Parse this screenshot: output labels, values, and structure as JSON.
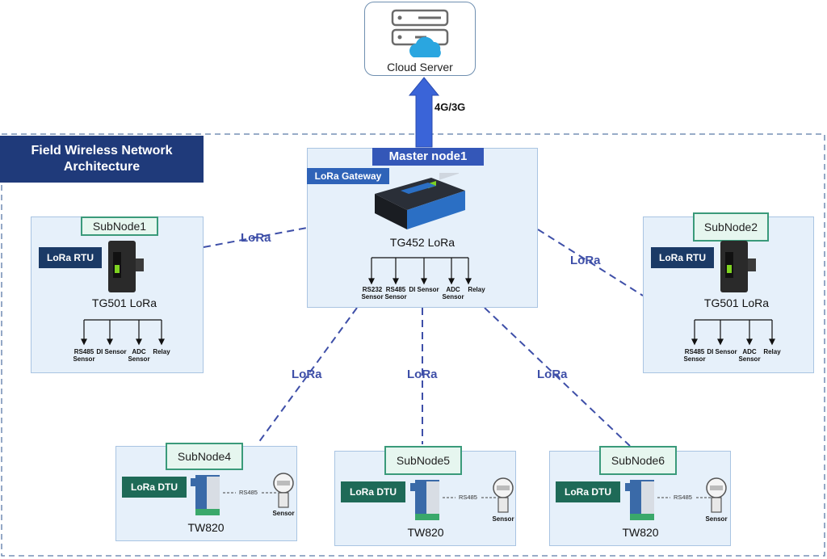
{
  "cloud": {
    "label": "Cloud Server"
  },
  "uplink": {
    "label": "4G/3G"
  },
  "network": {
    "title_line1": "Field Wireless Network",
    "title_line2": "Architecture"
  },
  "master": {
    "title": "Master node1",
    "role": "LoRa Gateway",
    "device": "TG452 LoRa",
    "sensors": [
      {
        "l1": "RS232",
        "l2": "Sensor"
      },
      {
        "l1": "RS485",
        "l2": "Sensor"
      },
      {
        "l1": "DI Sensor",
        "l2": ""
      },
      {
        "l1": "ADC",
        "l2": "Sensor"
      },
      {
        "l1": "Relay",
        "l2": ""
      }
    ]
  },
  "subnode1": {
    "title": "SubNode1",
    "role": "LoRa RTU",
    "device": "TG501 LoRa",
    "sensors": [
      {
        "l1": "RS485",
        "l2": "Sensor"
      },
      {
        "l1": "DI Sensor",
        "l2": ""
      },
      {
        "l1": "ADC",
        "l2": "Sensor"
      },
      {
        "l1": "Relay",
        "l2": ""
      }
    ]
  },
  "subnode2": {
    "title": "SubNode2",
    "role": "LoRa RTU",
    "device": "TG501 LoRa",
    "sensors": [
      {
        "l1": "RS485",
        "l2": "Sensor"
      },
      {
        "l1": "DI Sensor",
        "l2": ""
      },
      {
        "l1": "ADC",
        "l2": "Sensor"
      },
      {
        "l1": "Relay",
        "l2": ""
      }
    ]
  },
  "subnode4": {
    "title": "SubNode4",
    "role": "LoRa DTU",
    "device": "TW820",
    "link": "RS485",
    "sensor": "Sensor"
  },
  "subnode5": {
    "title": "SubNode5",
    "role": "LoRa DTU",
    "device": "TW820",
    "link": "RS485",
    "sensor": "Sensor"
  },
  "subnode6": {
    "title": "SubNode6",
    "role": "LoRa DTU",
    "device": "TW820",
    "link": "RS485",
    "sensor": "Sensor"
  },
  "links": {
    "lora": "LoRa"
  },
  "colors": {
    "navy": "#1f3a7a",
    "panel": "#e6f0fa",
    "teal": "#1e6a57",
    "lora_text": "#3e4fa8",
    "arrow": "#3a64d8"
  }
}
